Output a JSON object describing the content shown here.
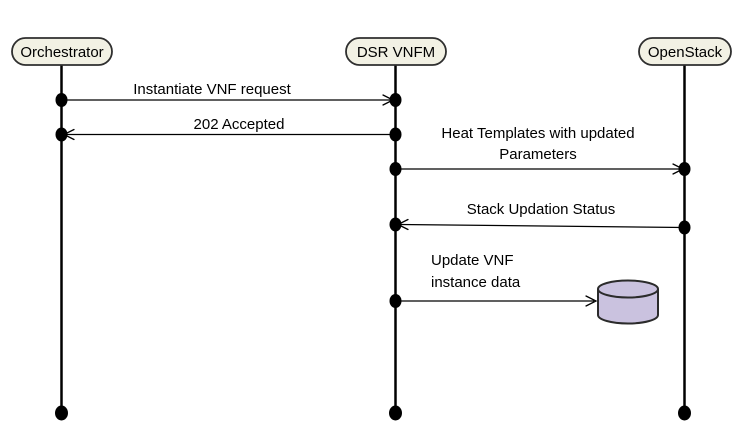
{
  "colors": {
    "background": "#ffffff",
    "node_fill": "#f2f1e4",
    "node_border": "#2f2f2f",
    "line": "#000000",
    "text": "#000000",
    "db_fill": "#cac2df",
    "db_border": "#2b2b2b"
  },
  "diagram": {
    "type": "sequence-diagram",
    "actors": [
      {
        "id": "orchestrator",
        "label": "Orchestrator"
      },
      {
        "id": "dsr-vnfm",
        "label": "DSR VNFM"
      },
      {
        "id": "openstack",
        "label": "OpenStack"
      }
    ],
    "messages": [
      {
        "from": "Orchestrator",
        "to": "DSR VNFM",
        "direction": "right",
        "label": "Instantiate VNF request"
      },
      {
        "from": "DSR VNFM",
        "to": "Orchestrator",
        "direction": "left",
        "label": "202 Accepted"
      },
      {
        "from": "DSR VNFM",
        "to": "OpenStack",
        "direction": "right",
        "label": "Heat Templates with updated Parameters",
        "label_line1": "Heat Templates with updated",
        "label_line2": "Parameters"
      },
      {
        "from": "OpenStack",
        "to": "DSR VNFM",
        "direction": "left",
        "label": "Stack Updation Status"
      },
      {
        "from": "DSR VNFM",
        "to": "database",
        "direction": "right",
        "label": "Update VNF instance data",
        "label_line1": "Update VNF",
        "label_line2": "instance data"
      }
    ],
    "database": {
      "icon": "database-cylinder-icon"
    }
  }
}
